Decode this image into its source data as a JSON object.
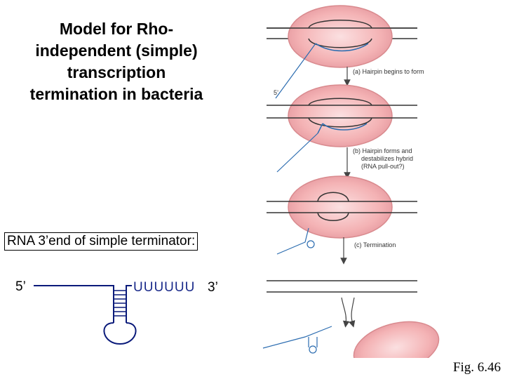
{
  "title": {
    "lines": [
      "Model for Rho-",
      "independent (simple)",
      "transcription",
      "termination in bacteria"
    ]
  },
  "hairpin_heading": "RNA 3’end of simple terminator:",
  "hairpin": {
    "five_prime": "5’",
    "u_tail": "UUUUUU",
    "three_prime": "3’"
  },
  "figure": {
    "five_prime_label": "5’",
    "steps": {
      "a": [
        "(a) Hairpin begins to form"
      ],
      "b": [
        "(b) Hairpin forms and",
        "destabilizes hybrid",
        "(RNA pull-out?)"
      ],
      "c": [
        "(c) Termination"
      ]
    }
  },
  "figure_ref": "Fig. 6.46",
  "colors": {
    "polymerase_fill": "#f4b3b5",
    "polymerase_edge": "#d98a8e",
    "polymerase_center": "#fbe0e1",
    "rna": "#2b6cb0",
    "dna": "#333333",
    "hairpin_stroke": "#0a1a7a"
  }
}
